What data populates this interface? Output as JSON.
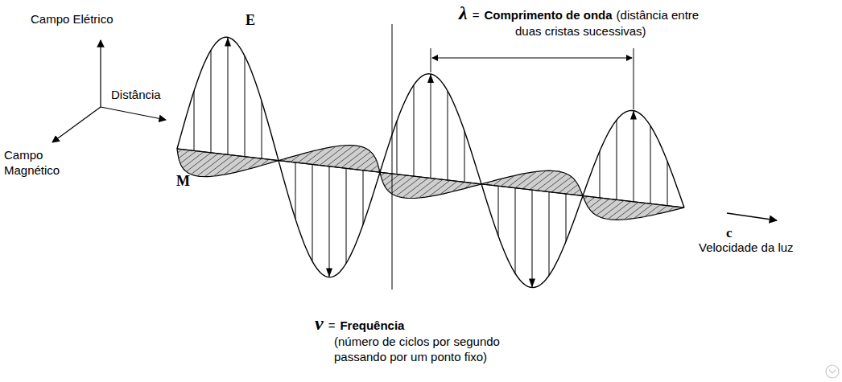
{
  "diagram": {
    "labels": [
      "Campo Elétrico",
      "Distância",
      "Campo Magnético",
      "E",
      "M",
      "λ",
      "=",
      "Comprimento de onda",
      "(distância entre duas cristas sucessivas)",
      "c",
      "Velocidade da luz",
      "ν",
      "=",
      "Frequência",
      "(número de ciclos por segundo passando por um ponto fixo)"
    ]
  }
}
